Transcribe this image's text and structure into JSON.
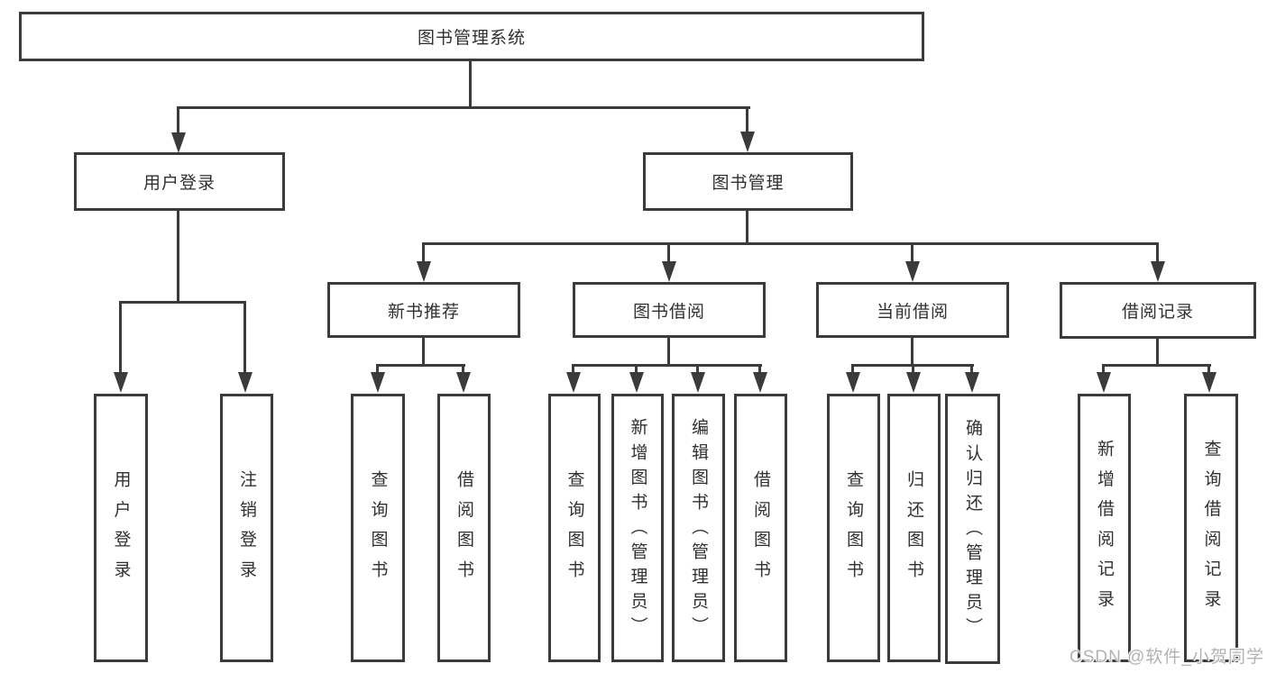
{
  "diagram": {
    "title": "图书管理系统",
    "root": {
      "label": "图书管理系统"
    },
    "level2": [
      {
        "label": "用户登录"
      },
      {
        "label": "图书管理"
      }
    ],
    "level3": [
      {
        "label": "新书推荐"
      },
      {
        "label": "图书借阅"
      },
      {
        "label": "当前借阅"
      },
      {
        "label": "借阅记录"
      }
    ],
    "leaves": {
      "user_login": [
        {
          "label": "用户登录"
        },
        {
          "label": "注销登录"
        }
      ],
      "new_book": [
        {
          "label": "查询图书"
        },
        {
          "label": "借阅图书"
        }
      ],
      "book_borrow": [
        {
          "label": "查询图书"
        },
        {
          "label": "新增图书（管理员）"
        },
        {
          "label": "编辑图书（管理员）"
        },
        {
          "label": "借阅图书"
        }
      ],
      "current_borrow": [
        {
          "label": "查询图书"
        },
        {
          "label": "归还图书"
        },
        {
          "label": "确认归还（管理员）"
        }
      ],
      "borrow_records": [
        {
          "label": "新增借阅记录"
        },
        {
          "label": "查询借阅记录"
        }
      ]
    }
  },
  "watermark": {
    "text": "CSDN @软件_小贺同学"
  },
  "colors": {
    "stroke": "#3b3b3b",
    "text": "#303030",
    "background": "#ffffff",
    "watermark": "#b2b2b2"
  }
}
